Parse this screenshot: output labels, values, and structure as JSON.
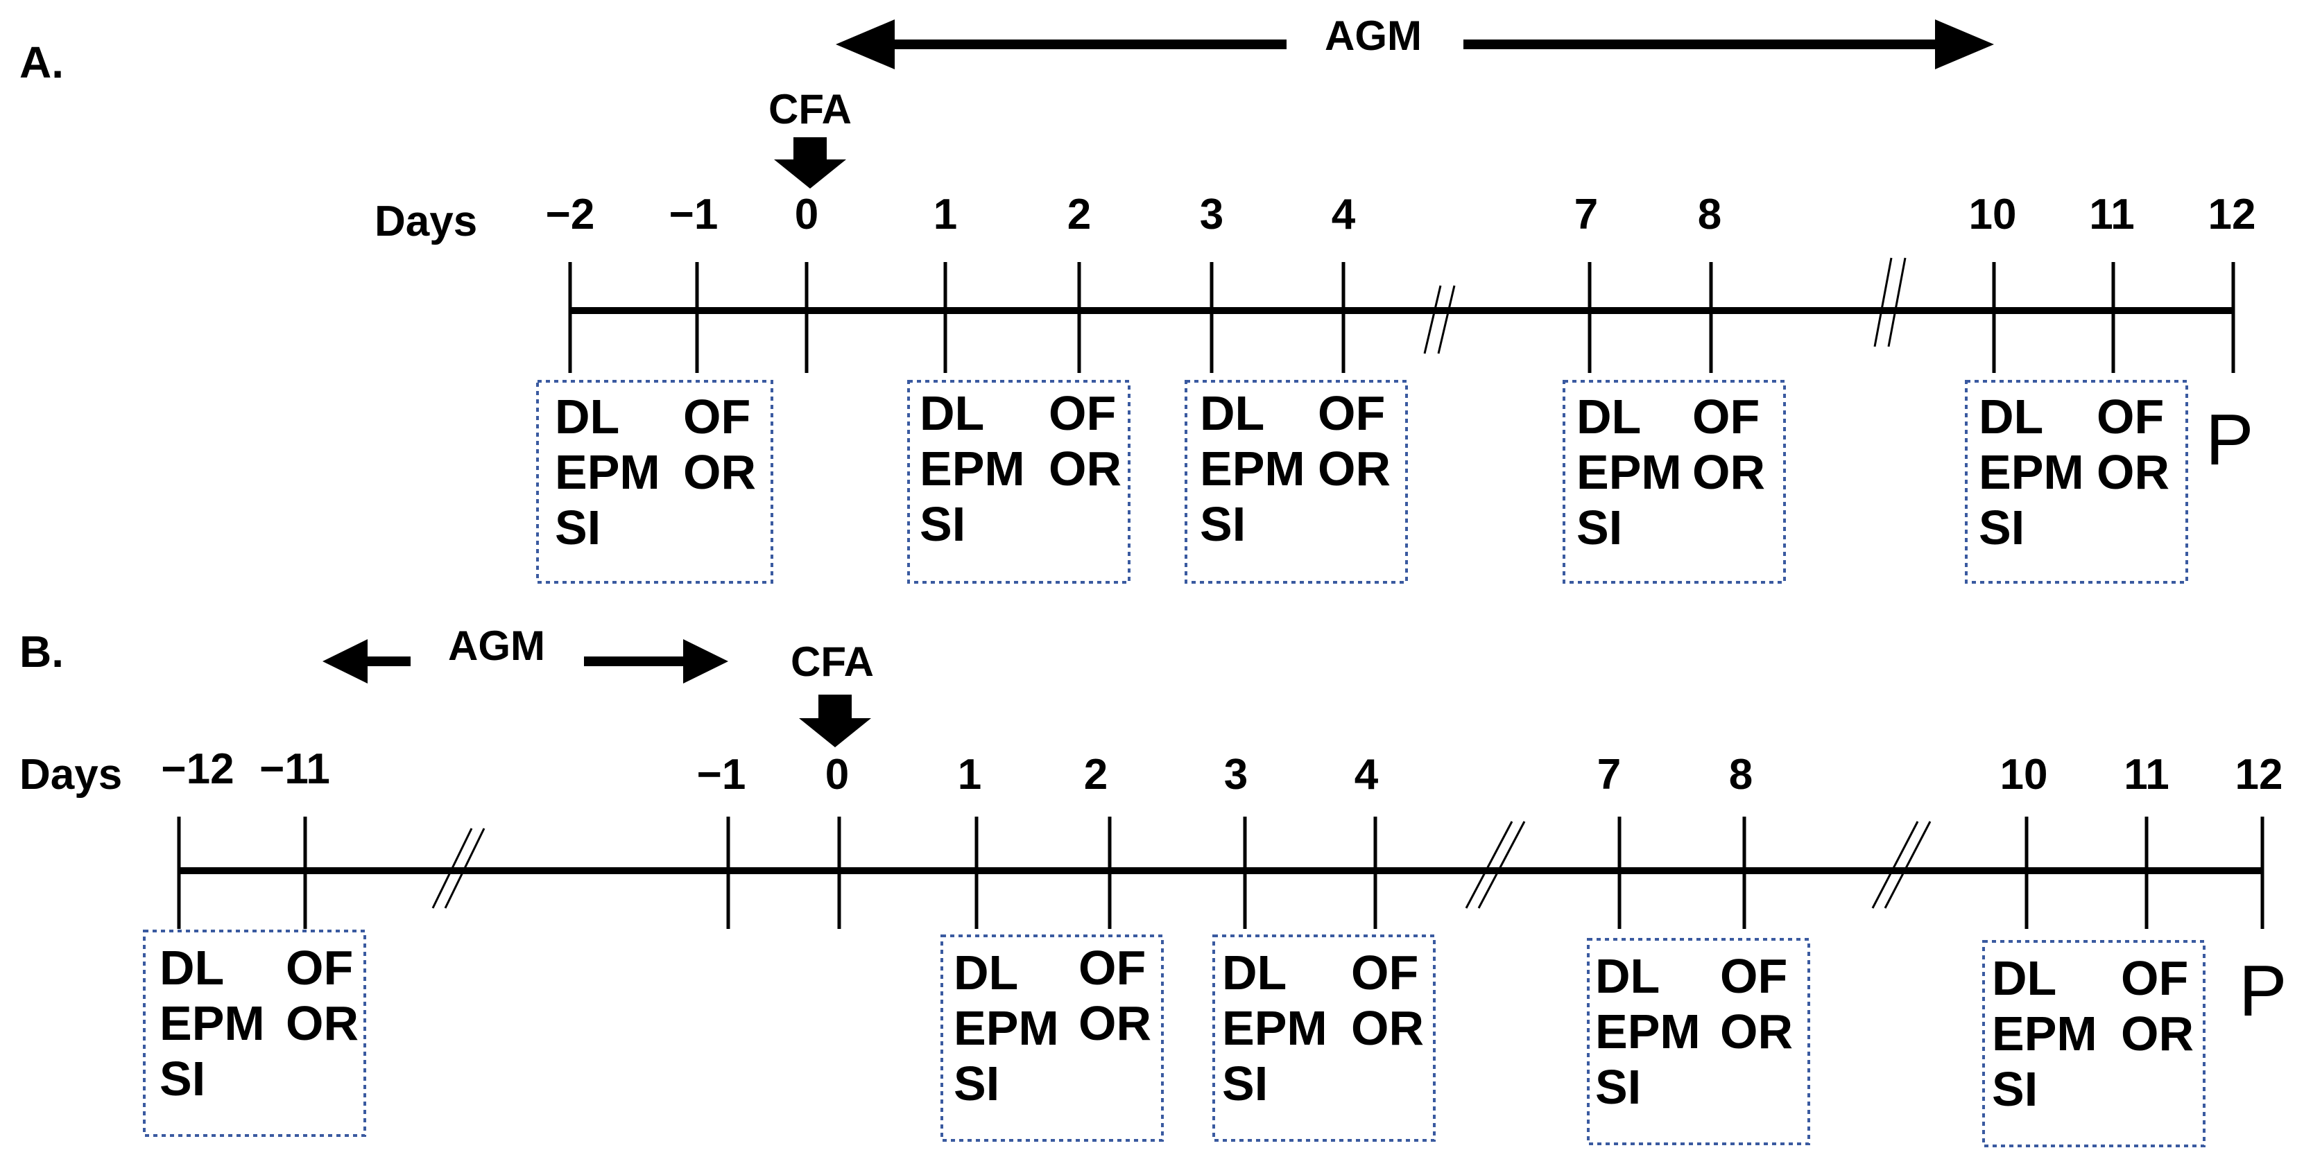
{
  "panels": [
    {
      "label": "A.",
      "days_label": "Days",
      "agm_label": "AGM",
      "cfa_label": "CFA",
      "end_label": "P",
      "ticks": [
        "−2",
        "−1",
        "0",
        "1",
        "2",
        "3",
        "4",
        "7",
        "8",
        "10",
        "11",
        "12"
      ],
      "boxes": [
        {
          "left": [
            "DL",
            "EPM",
            "SI"
          ],
          "right": [
            "OF",
            "OR"
          ]
        },
        {
          "left": [
            "DL",
            "EPM",
            "SI"
          ],
          "right": [
            "OF",
            "OR"
          ]
        },
        {
          "left": [
            "DL",
            "EPM",
            "SI"
          ],
          "right": [
            "OF",
            "OR"
          ]
        },
        {
          "left": [
            "DL",
            "EPM",
            "SI"
          ],
          "right": [
            "OF",
            "OR"
          ]
        },
        {
          "left": [
            "DL",
            "EPM",
            "SI"
          ],
          "right": [
            "OF",
            "OR"
          ]
        }
      ]
    },
    {
      "label": "B.",
      "days_label": "Days",
      "agm_label": "AGM",
      "cfa_label": "CFA",
      "end_label": "P",
      "ticks": [
        "−12",
        "−11",
        "−1",
        "0",
        "1",
        "2",
        "3",
        "4",
        "7",
        "8",
        "10",
        "11",
        "12"
      ],
      "boxes": [
        {
          "left": [
            "DL",
            "EPM",
            "SI"
          ],
          "right": [
            "OF",
            "OR"
          ]
        },
        {
          "left": [
            "DL",
            "EPM",
            "SI"
          ],
          "right": [
            "OF",
            "OR"
          ]
        },
        {
          "left": [
            "DL",
            "EPM",
            "SI"
          ],
          "right": [
            "OF",
            "OR"
          ]
        },
        {
          "left": [
            "DL",
            "EPM",
            "SI"
          ],
          "right": [
            "OF",
            "OR"
          ]
        },
        {
          "left": [
            "DL",
            "EPM",
            "SI"
          ],
          "right": [
            "OF",
            "OR"
          ]
        }
      ]
    }
  ]
}
